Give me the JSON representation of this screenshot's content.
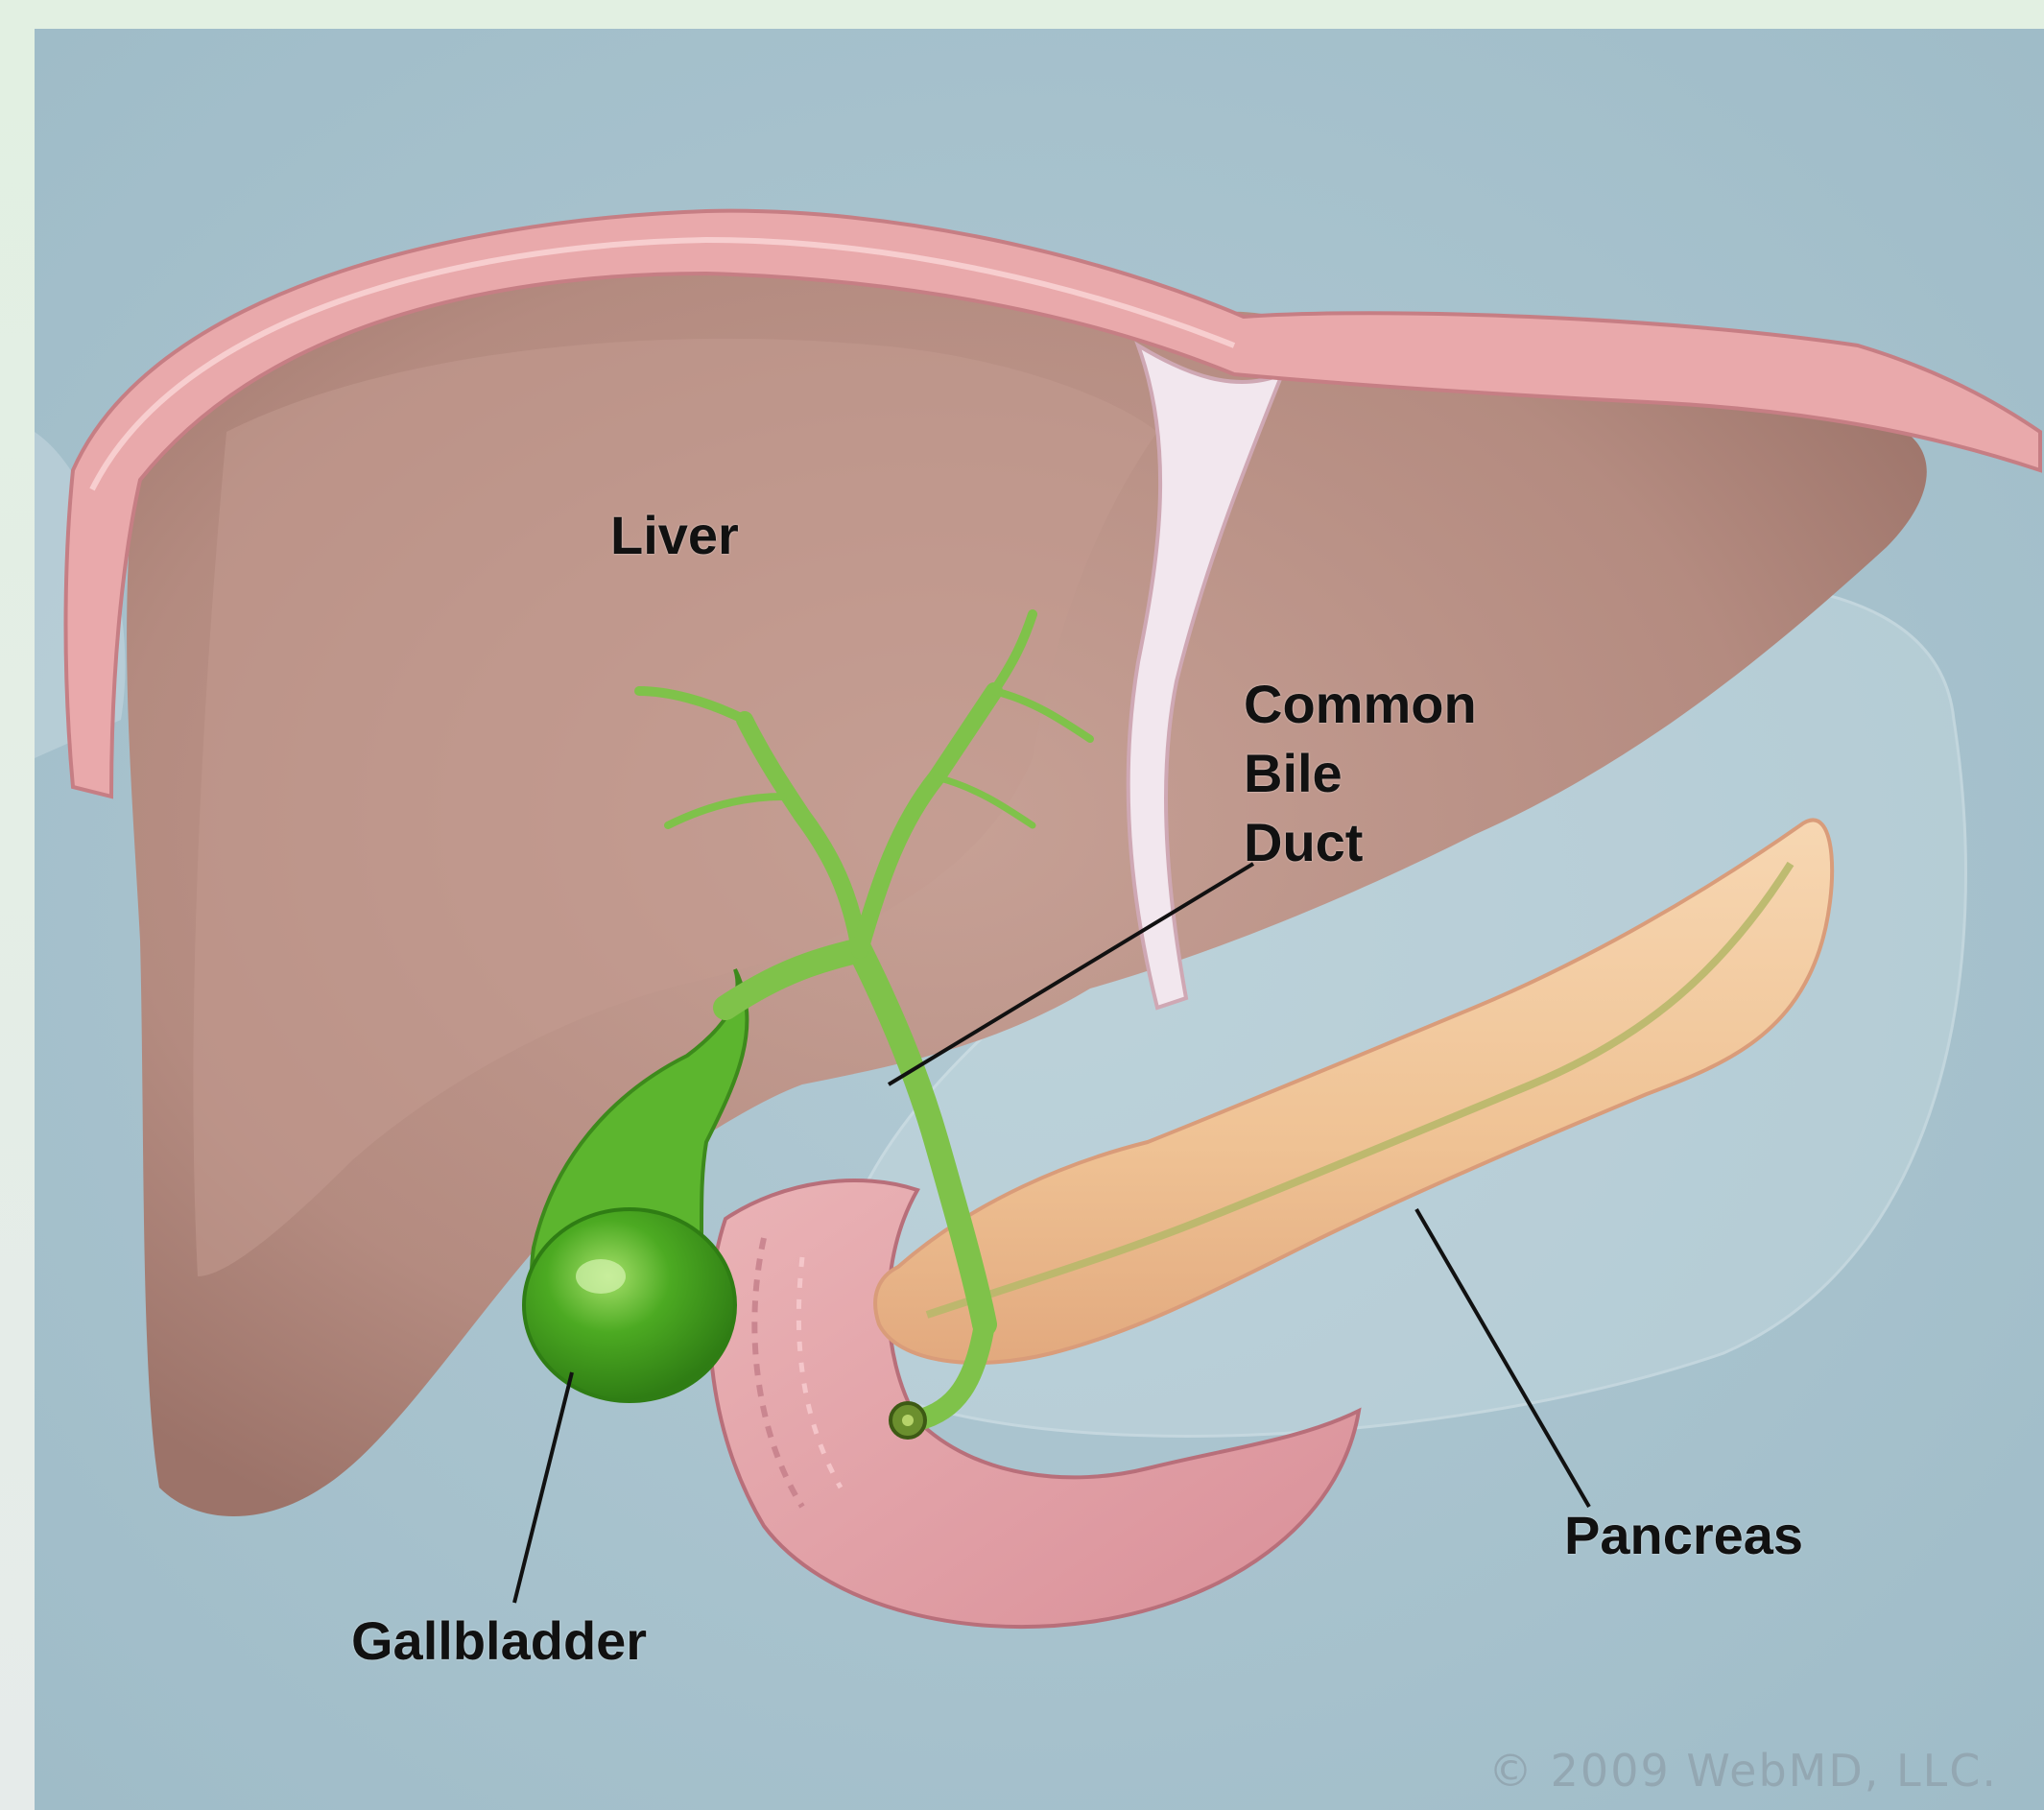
{
  "figure": {
    "colors": {
      "background": "#a9c3ce",
      "liver": "#b48b80",
      "liver_highlight": "#c9a197",
      "peritoneum": "#e7a4a6",
      "gallbladder": "#57b22b",
      "bile_duct": "#7fc24a",
      "pancreas": "#f2c79c",
      "duodenum": "#e6a2a8"
    },
    "labels": {
      "liver": "Liver",
      "common_bile_duct_line1": "Common",
      "common_bile_duct_line2": "Bile",
      "common_bile_duct_line3": "Duct",
      "pancreas": "Pancreas",
      "gallbladder": "Gallbladder"
    },
    "copyright": "© 2009 WebMD, LLC."
  }
}
